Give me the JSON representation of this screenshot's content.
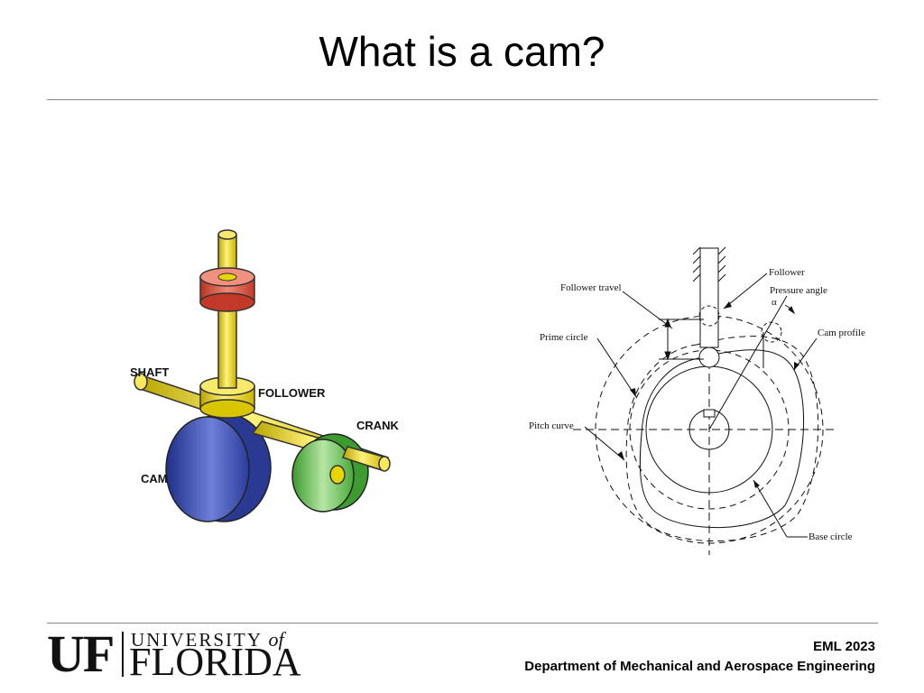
{
  "slide": {
    "title": "What is a cam?"
  },
  "left_diagram": {
    "labels": {
      "shaft": "SHAFT",
      "follower": "FOLLOWER",
      "crank": "CRANK",
      "cam": "CAM"
    },
    "colors": {
      "shaft": "#e8d400",
      "follower_collar": "#e8d400",
      "top_collar": "#d94a3a",
      "cam": "#3c4faa",
      "crank": "#5cba4a"
    }
  },
  "right_diagram": {
    "labels": {
      "follower": "Follower",
      "follower_travel": "Follower travel",
      "pressure_angle": "Pressure angle",
      "alpha": "α",
      "prime_circle": "Prime circle",
      "cam_profile": "Cam profile",
      "pitch_curve": "Pitch curve",
      "base_circle": "Base circle"
    }
  },
  "footer": {
    "logo": {
      "uf": "UF",
      "university": "UNIVERSITY",
      "of": "of",
      "florida": "FLORIDA"
    },
    "course_code": "EML 2023",
    "department": "Department of Mechanical and Aerospace Engineering"
  }
}
